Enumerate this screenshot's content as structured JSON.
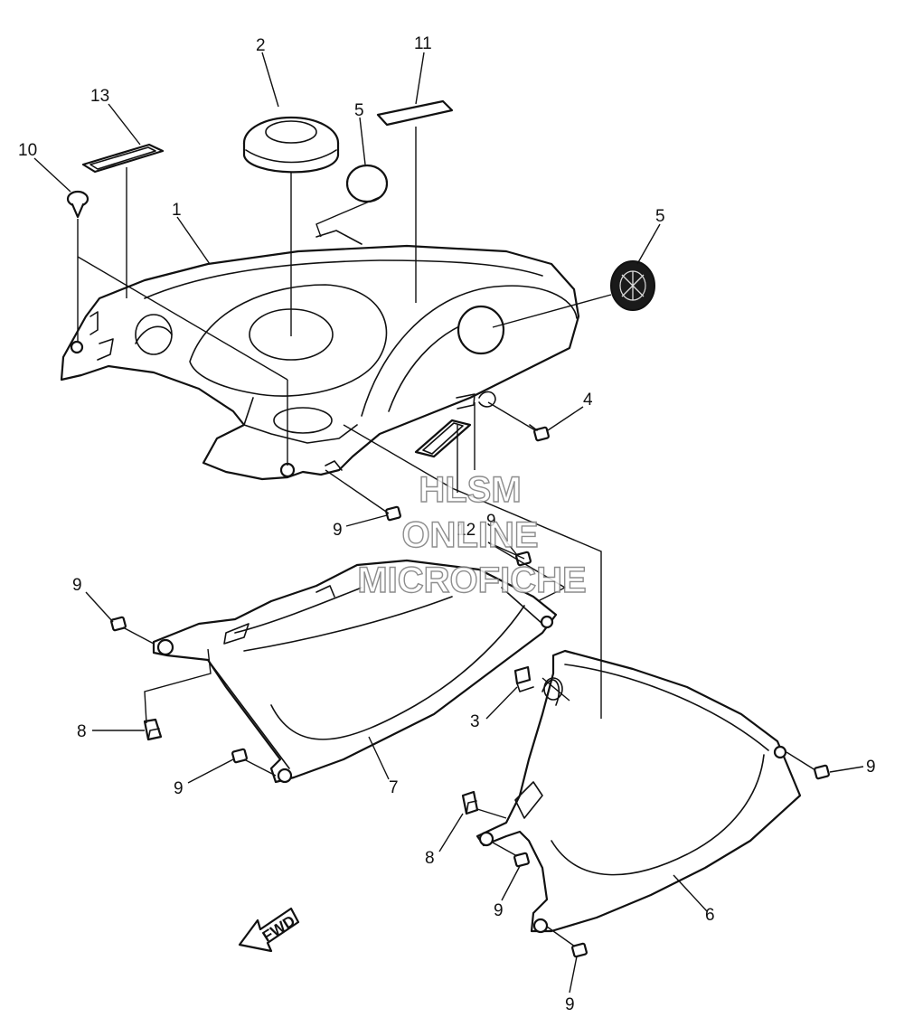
{
  "callouts": [
    {
      "id": "label-1",
      "text": "1"
    },
    {
      "id": "label-2",
      "text": "2"
    },
    {
      "id": "label-3",
      "text": "3"
    },
    {
      "id": "label-4",
      "text": "4"
    },
    {
      "id": "label-5a",
      "text": "5"
    },
    {
      "id": "label-5b",
      "text": "5"
    },
    {
      "id": "label-6",
      "text": "6"
    },
    {
      "id": "label-7",
      "text": "7"
    },
    {
      "id": "label-8a",
      "text": "8"
    },
    {
      "id": "label-8b",
      "text": "8"
    },
    {
      "id": "label-9a",
      "text": "9"
    },
    {
      "id": "label-9b",
      "text": "9"
    },
    {
      "id": "label-9c",
      "text": "9"
    },
    {
      "id": "label-9d",
      "text": "9"
    },
    {
      "id": "label-9e",
      "text": "9"
    },
    {
      "id": "label-9f",
      "text": "9"
    },
    {
      "id": "label-9g",
      "text": "9"
    },
    {
      "id": "label-10",
      "text": "10"
    },
    {
      "id": "label-11",
      "text": "11"
    },
    {
      "id": "label-12",
      "text": "12"
    },
    {
      "id": "label-13",
      "text": "13"
    }
  ],
  "watermark": {
    "line1": "HLSM",
    "line2": "ONLINE",
    "line3": "MICROFICHE"
  },
  "fwd_label": "FWD"
}
